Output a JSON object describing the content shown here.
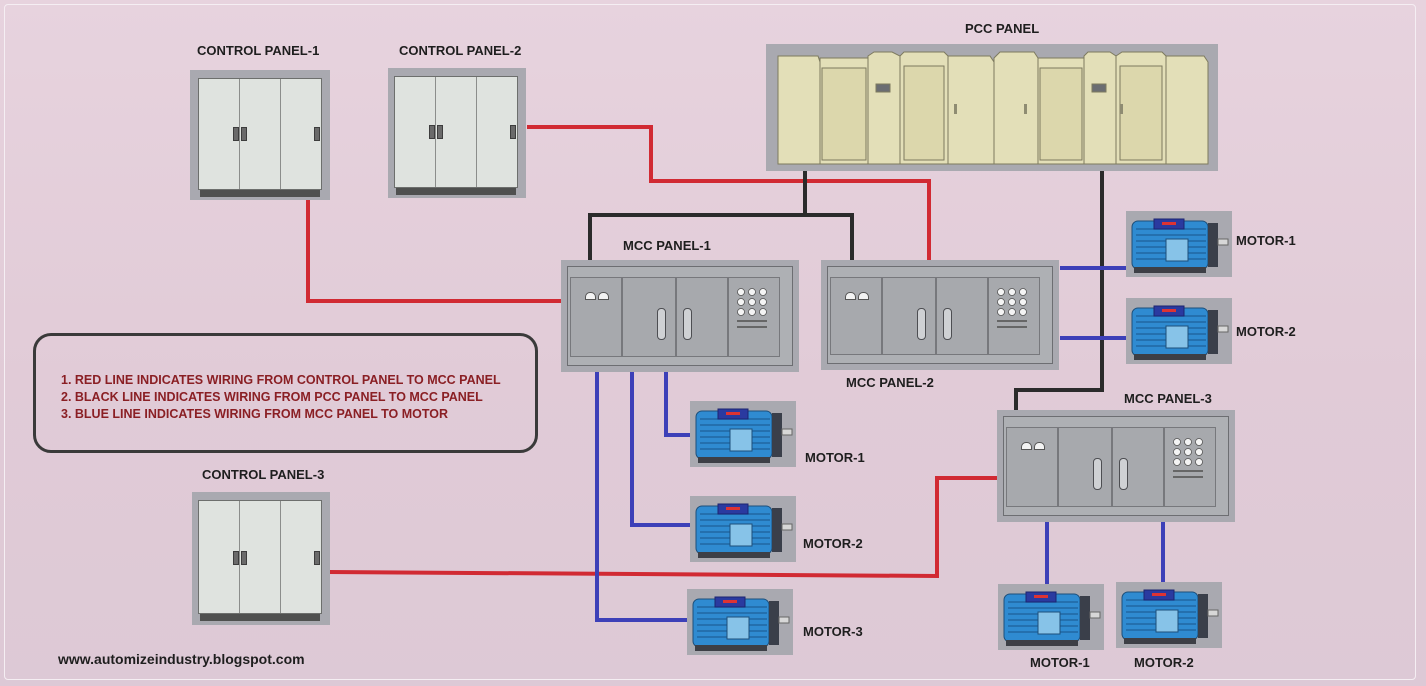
{
  "labels": {
    "control_panel_1": "CONTROL PANEL-1",
    "control_panel_2": "CONTROL PANEL-2",
    "control_panel_3": "CONTROL PANEL-3",
    "pcc_panel": "PCC PANEL",
    "mcc_panel_1": "MCC PANEL-1",
    "mcc_panel_2": "MCC PANEL-2",
    "mcc_panel_3": "MCC PANEL-3",
    "mcc2_motor_1": "MOTOR-1",
    "mcc2_motor_2": "MOTOR-2",
    "mcc1_motor_1": "MOTOR-1",
    "mcc1_motor_2": "MOTOR-2",
    "mcc1_motor_3": "MOTOR-3",
    "mcc3_motor_1": "MOTOR-1",
    "mcc3_motor_2": "MOTOR-2"
  },
  "legend": {
    "line_1": "1. RED LINE INDICATES  WIRING FROM CONTROL PANEL TO MCC PANEL",
    "line_2": "2. BLACK LINE INDICATES WIRING FROM PCC PANEL TO MCC PANEL",
    "line_3": "3. BLUE LINE INDICATES WIRING FROM MCC PANEL TO MOTOR"
  },
  "footer": {
    "url": "www.automizeindustry.blogspot.com"
  },
  "colors": {
    "red_wire": "#d12a33",
    "black_wire": "#2b2b2b",
    "blue_wire": "#3d40b8",
    "legend_text": "#8a1f24",
    "pcc_body": "#e3dfb8",
    "motor_body": "#2f8bd1"
  }
}
